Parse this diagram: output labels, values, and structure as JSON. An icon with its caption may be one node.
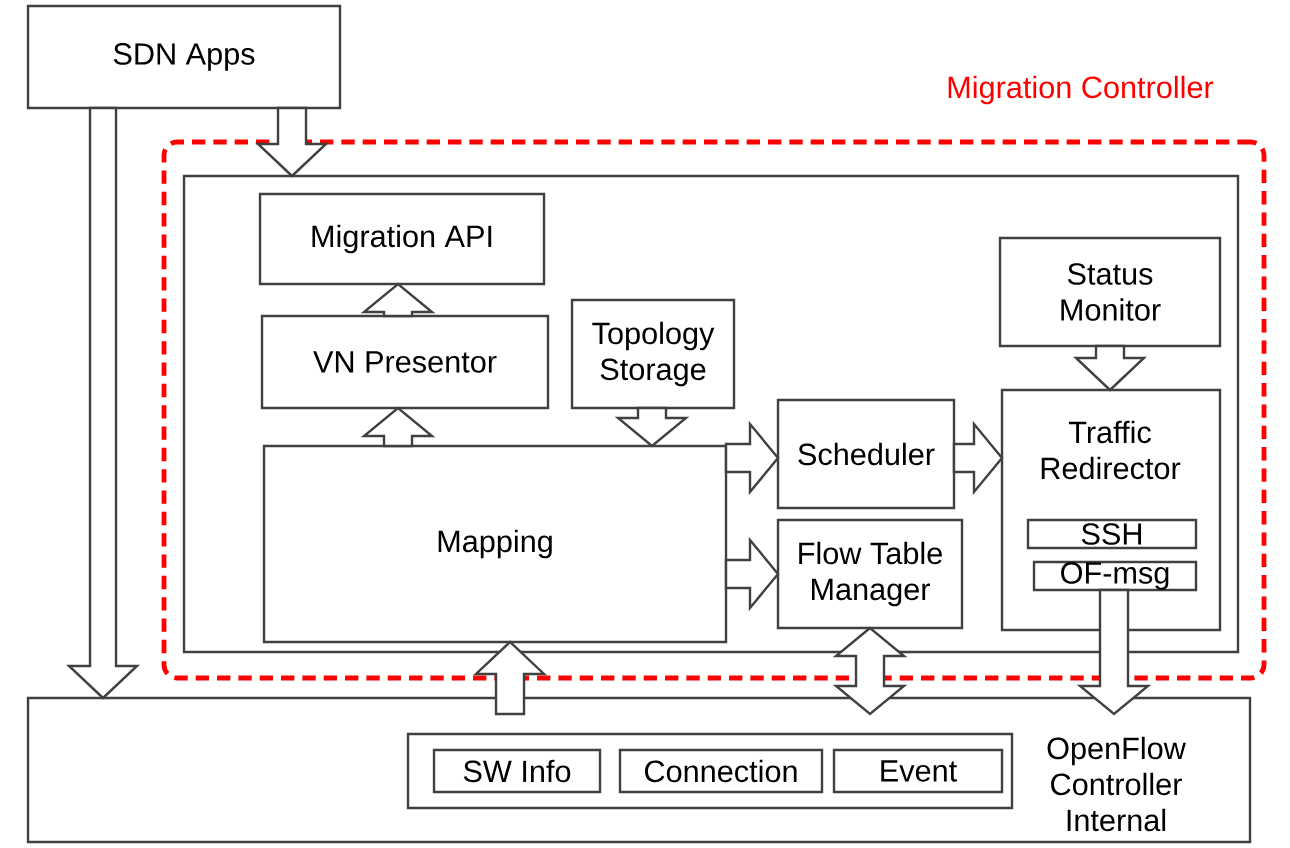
{
  "diagram": {
    "nodes": [
      {
        "text": [
          "SDN Apps"
        ]
      },
      {
        "text": [
          "Migration Controller"
        ]
      },
      {
        "text": [],
        "shape": "box",
        "in": 1
      },
      {
        "text": [
          "Migration API"
        ],
        "in": 2
      },
      {
        "text": [
          "VN Presentor"
        ],
        "in": 2
      },
      {
        "text": [
          "Topology Storage"
        ],
        "in": 2
      },
      {
        "text": [
          "Mapping"
        ],
        "in": 2
      },
      {
        "text": [
          "Scheduler"
        ],
        "in": 2
      },
      {
        "text": [
          "Flow Table Manager"
        ],
        "in": 2
      },
      {
        "text": [
          "Status Monitor"
        ],
        "in": 2
      },
      {
        "text": [
          "Traffic Redirector"
        ],
        "in": 2
      },
      {
        "text": [
          "SSH"
        ],
        "in": 10
      },
      {
        "text": [
          "OF-msg"
        ],
        "in": 10
      },
      {
        "text": [
          "OpenFlow Controller Internal"
        ]
      },
      {
        "text": [],
        "shape": "box",
        "in": 13
      },
      {
        "text": [
          "SW Info"
        ],
        "in": 14
      },
      {
        "text": [
          "Connection"
        ],
        "in": 14
      },
      {
        "text": [
          "Event"
        ],
        "in": 14
      }
    ],
    "edges": [
      {
        "from": 0,
        "to": 13,
        "arrow": "to"
      },
      {
        "from": 0,
        "to": 2,
        "arrow": "to"
      },
      {
        "from": 4,
        "to": 3,
        "arrow": "to"
      },
      {
        "from": 6,
        "to": 4,
        "arrow": "to"
      },
      {
        "from": 5,
        "to": 6,
        "arrow": "to"
      },
      {
        "from": 6,
        "to": 7,
        "arrow": "to"
      },
      {
        "from": 6,
        "to": 8,
        "arrow": "to"
      },
      {
        "from": 7,
        "to": 10,
        "arrow": "to"
      },
      {
        "from": 9,
        "to": 10,
        "arrow": "to"
      },
      {
        "from": 13,
        "to": 6,
        "arrow": "to"
      },
      {
        "from": 8,
        "to": 13,
        "arrow": "both"
      },
      {
        "from": 12,
        "to": 13,
        "arrow": "to"
      }
    ]
  }
}
